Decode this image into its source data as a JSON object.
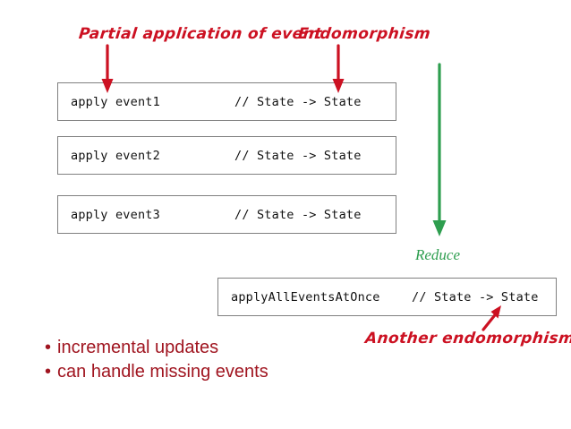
{
  "slide": {
    "background_color": "#ffffff",
    "annotation_red": "#CC1122",
    "bullet_red": "#A01520",
    "reduce_green": "#2E9E4F",
    "box_border": "#808080"
  },
  "annotations": {
    "partial_application": "Partial application of event",
    "endomorphism": "Endomorphism",
    "another_endomorphism": "Another endomorphism!",
    "reduce": "Reduce"
  },
  "code_boxes": [
    {
      "name": "apply event1",
      "comment": "// State -> State"
    },
    {
      "name": "apply event2",
      "comment": "// State -> State"
    },
    {
      "name": "apply event3",
      "comment": "// State -> State"
    }
  ],
  "result_box": {
    "name": "applyAllEventsAtOnce",
    "comment": "// State -> State"
  },
  "bullets": [
    {
      "dot": "•",
      "text": "incremental updates"
    },
    {
      "dot": "•",
      "text": "can handle missing events"
    }
  ]
}
